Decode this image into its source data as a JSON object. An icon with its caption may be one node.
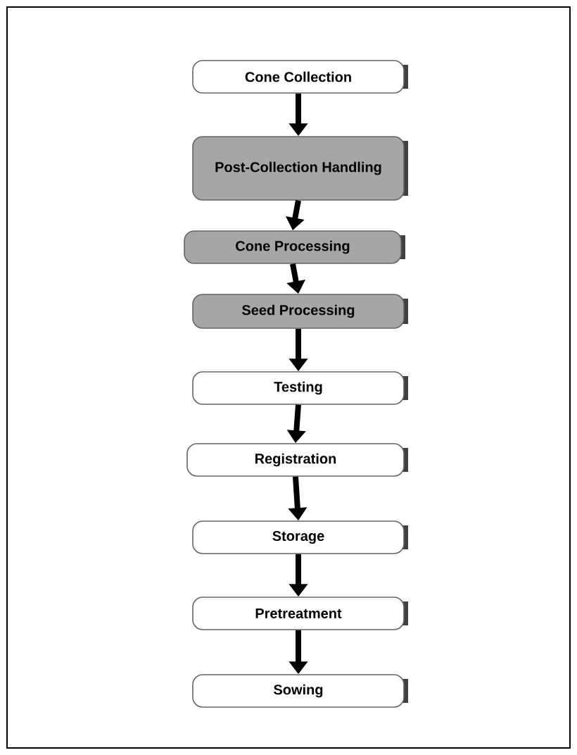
{
  "diagram": {
    "nodes": [
      {
        "text": [
          "Cone Collection"
        ]
      },
      {
        "text": [
          "Post-Collection Handling"
        ]
      },
      {
        "text": [
          "Cone Processing"
        ]
      },
      {
        "text": [
          "Seed Processing"
        ]
      },
      {
        "text": [
          "Testing"
        ]
      },
      {
        "text": [
          "Registration"
        ]
      },
      {
        "text": [
          "Storage"
        ]
      },
      {
        "text": [
          "Pretreatment"
        ]
      },
      {
        "text": [
          "Sowing"
        ]
      }
    ],
    "edges": [
      {
        "from": 0,
        "to": 1,
        "arrow": "to"
      },
      {
        "from": 1,
        "to": 2,
        "arrow": "to"
      },
      {
        "from": 2,
        "to": 3,
        "arrow": "to"
      },
      {
        "from": 3,
        "to": 4,
        "arrow": "to"
      },
      {
        "from": 4,
        "to": 5,
        "arrow": "to"
      },
      {
        "from": 5,
        "to": 6,
        "arrow": "to"
      },
      {
        "from": 6,
        "to": 7,
        "arrow": "to"
      },
      {
        "from": 7,
        "to": 8,
        "arrow": "to"
      }
    ]
  }
}
